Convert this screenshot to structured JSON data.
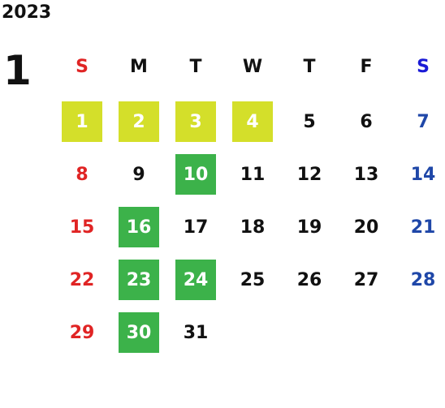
{
  "year": "2023",
  "month": "1",
  "weekdays": [
    "S",
    "M",
    "T",
    "W",
    "T",
    "F",
    "S"
  ],
  "colors": {
    "sunday": "#e02424",
    "saturday": "#1f47a8",
    "saturday_header": "#1a1ad6",
    "weekday": "#111111",
    "highlight_yellow": "#d4df2a",
    "highlight_green": "#3cb24a"
  },
  "days": [
    {
      "d": "1",
      "hl": "yellow"
    },
    {
      "d": "2",
      "hl": "yellow"
    },
    {
      "d": "3",
      "hl": "yellow"
    },
    {
      "d": "4",
      "hl": "yellow"
    },
    {
      "d": "5"
    },
    {
      "d": "6"
    },
    {
      "d": "7"
    },
    {
      "d": "8"
    },
    {
      "d": "9"
    },
    {
      "d": "10",
      "hl": "green"
    },
    {
      "d": "11"
    },
    {
      "d": "12"
    },
    {
      "d": "13"
    },
    {
      "d": "14"
    },
    {
      "d": "15"
    },
    {
      "d": "16",
      "hl": "green"
    },
    {
      "d": "17"
    },
    {
      "d": "18"
    },
    {
      "d": "19"
    },
    {
      "d": "20"
    },
    {
      "d": "21"
    },
    {
      "d": "22"
    },
    {
      "d": "23",
      "hl": "green"
    },
    {
      "d": "24",
      "hl": "green"
    },
    {
      "d": "25"
    },
    {
      "d": "26"
    },
    {
      "d": "27"
    },
    {
      "d": "28"
    },
    {
      "d": "29"
    },
    {
      "d": "30",
      "hl": "green"
    },
    {
      "d": "31"
    }
  ]
}
